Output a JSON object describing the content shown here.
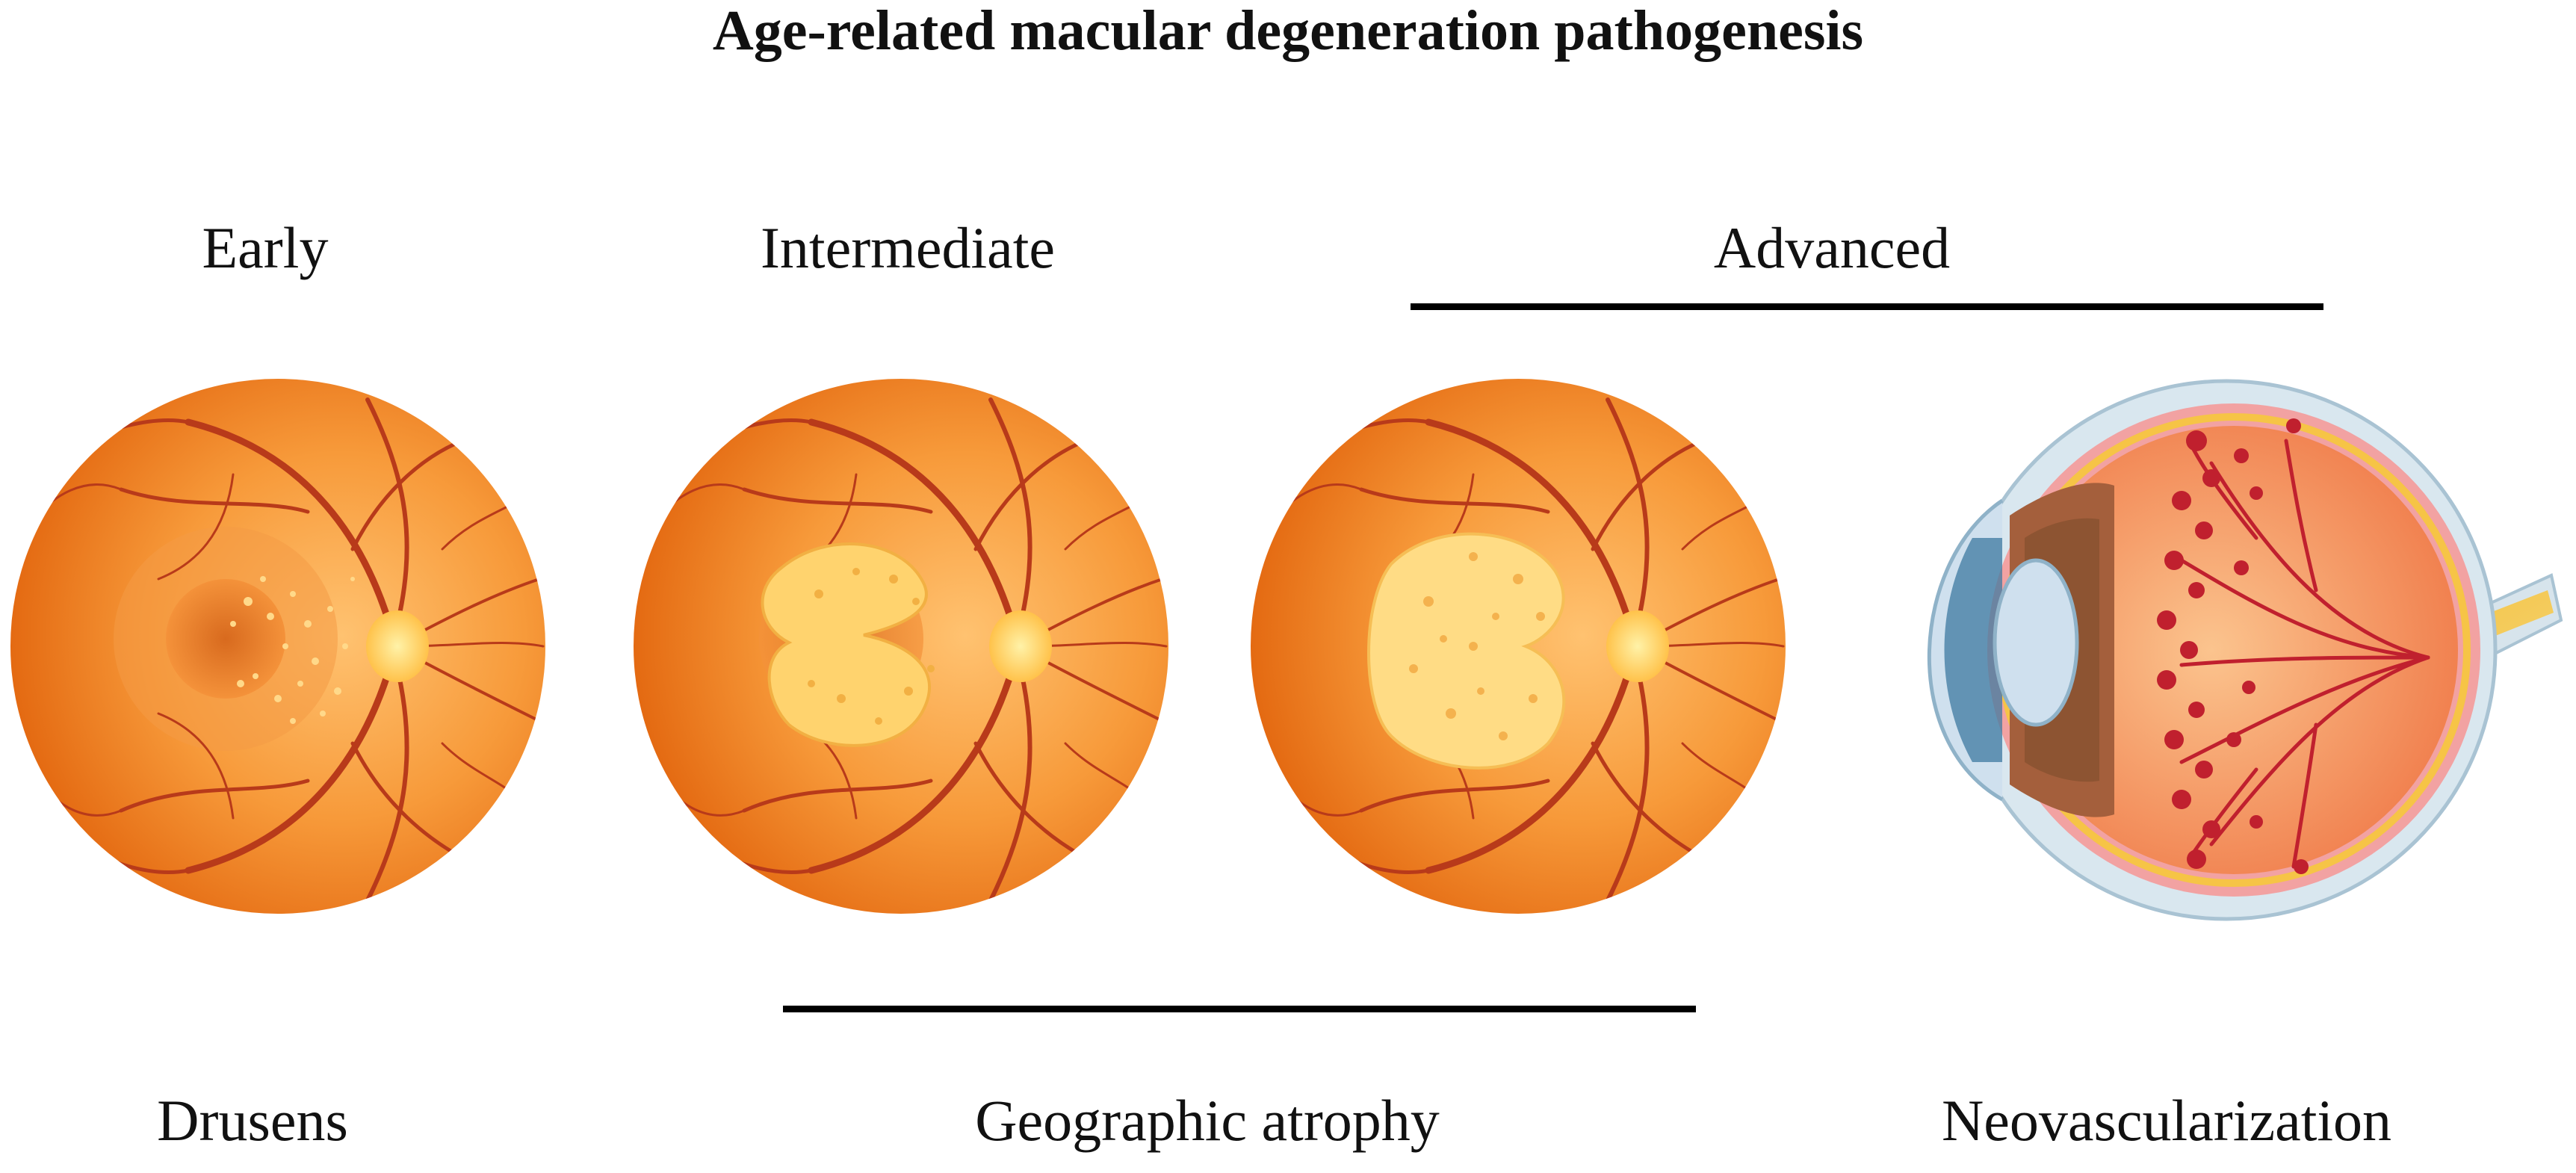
{
  "title": "Age-related macular degeneration pathogenesis",
  "stages": {
    "early": "Early",
    "intermediate": "Intermediate",
    "advanced": "Advanced"
  },
  "findings": {
    "drusens": "Drusens",
    "geographic_atrophy": "Geographic atrophy",
    "neovascularization": "Neovascularization"
  },
  "illustrations": [
    {
      "icon": "fundus-early-drusen-icon"
    },
    {
      "icon": "fundus-intermediate-atrophy-icon"
    },
    {
      "icon": "fundus-advanced-atrophy-icon"
    },
    {
      "icon": "eye-cross-section-neovascularization-icon"
    }
  ],
  "colors": {
    "fundus_light": "#FFC270",
    "fundus_mid": "#F58E2C",
    "fundus_dark": "#E46A12",
    "vessel": "#B83A1A",
    "optic_disc": "#FFE07A",
    "atrophy": "#FFD36E",
    "drusen": "#FFD98A",
    "sclera_blue": "#BFD7E6",
    "lens_blue": "#CFE0EE",
    "neovessel": "#C0202E",
    "nerve_yellow": "#F6C446",
    "rule": "#000000"
  }
}
